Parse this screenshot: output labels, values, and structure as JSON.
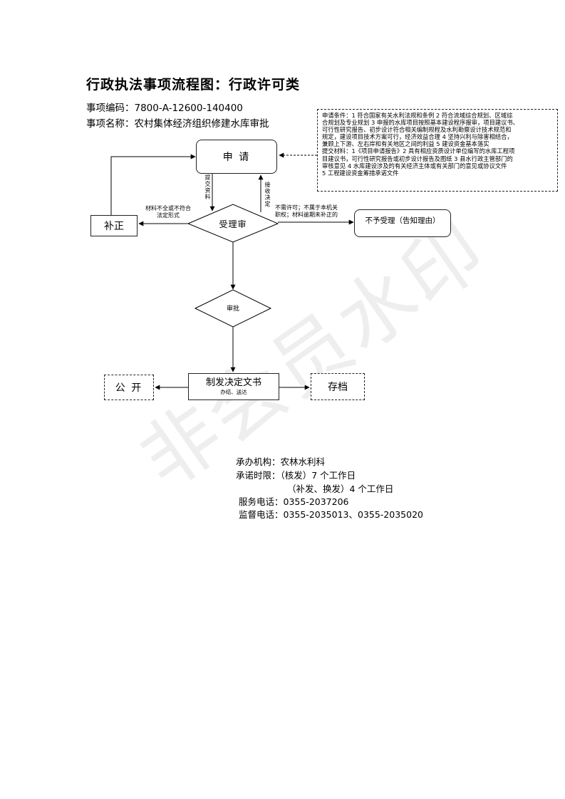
{
  "header": {
    "title": "行政执法事项流程图：行政许可类",
    "code": "事项编码：7800-A-12600-140400",
    "name": "事项名称：农村集体经济组织修建水库审批"
  },
  "notes": {
    "lines": [
      "申请条件：1 符合国家有关水利法规和条例 2 符合流域综合规划、区域综",
      "合规划及专业规划 3 申报的水库项目按照基本建设程序报审，项目建议书、",
      "可行性研究报告、初步设计符合相关编制规程及水利勘察设计技术规范和",
      "规定，建设项目技术方案可行，经济效益合理 4 坚持兴利与除害相结合，",
      "兼顾上下游、左右岸和有关地区之间的利益 5 建设资金基本落实",
      "提交材料：1《项目申请报告》2 具有相应资质设计单位编写的水库工程项",
      "目建议书，可行性研究报告或初步设计报告及图纸 3 县水行政主管部门的",
      "审核意见 4 水库建设涉及的有关经济主体或有关部门的意见或协议文件",
      "5 工程建设资金筹措承诺文件"
    ]
  },
  "flow": {
    "apply": "申 请",
    "review": "受理审",
    "supplement": "补正",
    "reject": "不予受理（告知理由）",
    "approve": "审批",
    "issue": "制发决定文书",
    "issue_sub": "办结、送达",
    "publish": "公 开",
    "archive": "存档",
    "label_incomplete": "材料不全或不符合",
    "label_incomplete2": "法定形式",
    "label_reject": "不需许可；不属于本机关",
    "label_reject2": "职权；材料逾期未补正的",
    "label_submit": "提交资料",
    "label_receive": "接收决定"
  },
  "info": {
    "agency": "承办机构：农林水利科",
    "limit1": "承诺时限：（核发）7 个工作日",
    "limit2": "（补发、换发）4 个工作日",
    "service_tel": "服务电话：0355-2037206",
    "supervise_tel": "监督电话：0355-2035013、0355-2035020"
  },
  "watermark": "非会员水印"
}
